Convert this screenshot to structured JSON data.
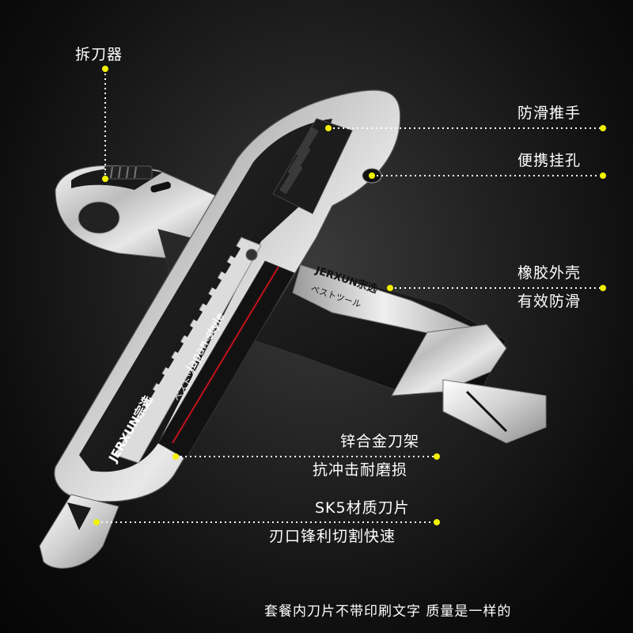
{
  "callouts": {
    "blade_remover": "拆刀器",
    "anti_slip_slider": "防滑推手",
    "hanging_hole": "便携挂孔",
    "rubber_shell_line1": "橡胶外壳",
    "rubber_shell_line2": "有效防滑",
    "zinc_frame_line1": "锌合金刀架",
    "zinc_frame_line2": "抗冲击耐磨损",
    "sk5_blade_line1": "SK5材质刀片",
    "sk5_blade_line2": "刃口锋利切割快速"
  },
  "footer_note": "套餐内刀片不带印刷文字  质量是一样的",
  "product_markings": {
    "brand": "JERXUN宗选",
    "style": "Japan style",
    "katakana": "ベストツール",
    "small_text": "匠心品質打造"
  },
  "colors": {
    "marker_dot": "#f2f200",
    "leader_line": "#ffffff",
    "text": "#ffffff",
    "background": "#1a1a1a",
    "accent_red": "#c4121a"
  }
}
